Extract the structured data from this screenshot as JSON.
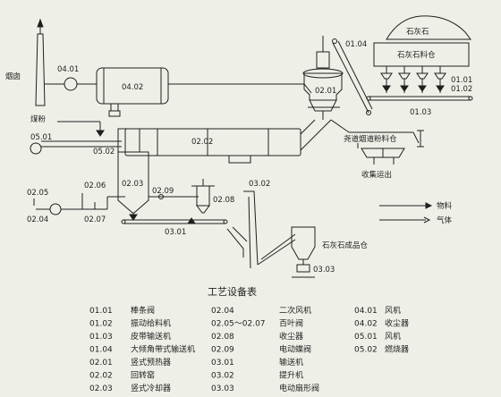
{
  "labels": {
    "chimney": "烟囱",
    "coal": "煤粉",
    "limestone": "石灰石",
    "limestone_silo": "石灰石料仓",
    "coal_silo": "尧道烟道粉料仓",
    "dust_out": "收集运出",
    "product_silo": "石灰石成品仓",
    "legend_material": "物料",
    "legend_gas": "气体"
  },
  "codes": {
    "c0401": "04.01",
    "c0402": "04.02",
    "c0104": "01.04",
    "c0201": "02.01",
    "c0101": "01.01",
    "c0102": "01.02",
    "c0103": "01.03",
    "c0501": "05.01",
    "c0502": "05.02",
    "c0202": "02.02",
    "c0203": "02.03",
    "c0205": "02.05",
    "c0204": "02.04",
    "c0206": "02.06",
    "c0207": "02.07",
    "c0209": "02.09",
    "c0208": "02.08",
    "c0302": "03.02",
    "c0301": "03.01",
    "c0303": "03.03"
  },
  "table": {
    "title": "工艺设备表",
    "col1": [
      {
        "code": "01.01",
        "name": "棒条阀"
      },
      {
        "code": "01.02",
        "name": "振动给料机"
      },
      {
        "code": "01.03",
        "name": "皮带输送机"
      },
      {
        "code": "01.04",
        "name": "大倾角带式输送机"
      },
      {
        "code": "02.01",
        "name": "竖式预热器"
      },
      {
        "code": "02.02",
        "name": "回转窑"
      },
      {
        "code": "02.03",
        "name": "竖式冷却器"
      }
    ],
    "col2": [
      {
        "code": "02.04",
        "name": "二次风机"
      },
      {
        "code": "02.05～02.07",
        "name": "百叶阀"
      },
      {
        "code": "02.08",
        "name": "收尘器"
      },
      {
        "code": "02.09",
        "name": "电动蝶阀"
      },
      {
        "code": "03.01",
        "name": "输送机"
      },
      {
        "code": "03.02",
        "name": "提升机"
      },
      {
        "code": "03.03",
        "name": "电动扇形阀"
      }
    ],
    "col3": [
      {
        "code": "04.01",
        "name": "风机"
      },
      {
        "code": "04.02",
        "name": "收尘器"
      },
      {
        "code": "05.01",
        "name": "风机"
      },
      {
        "code": "05.02",
        "name": "燃烧器"
      }
    ]
  },
  "colors": {
    "background": "#eef0e8",
    "ink": "#1f1f1f"
  }
}
